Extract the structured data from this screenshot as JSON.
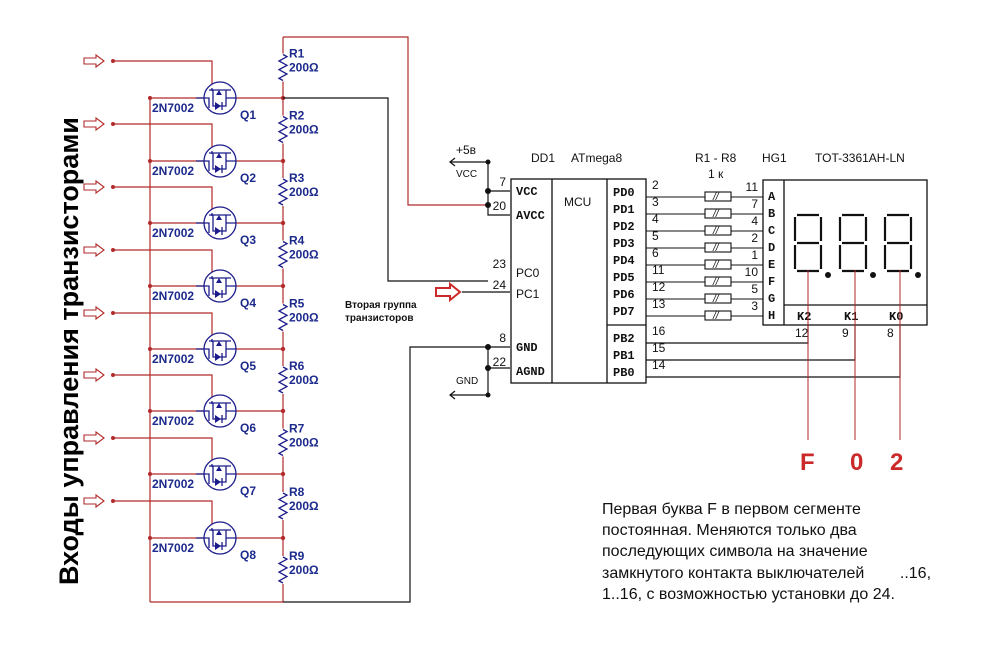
{
  "title_vertical": "Входы управления транзисторами",
  "transistors": [
    {
      "ref": "Q1",
      "model": "2N7002"
    },
    {
      "ref": "Q2",
      "model": "2N7002"
    },
    {
      "ref": "Q3",
      "model": "2N7002"
    },
    {
      "ref": "Q4",
      "model": "2N7002"
    },
    {
      "ref": "Q5",
      "model": "2N7002"
    },
    {
      "ref": "Q6",
      "model": "2N7002"
    },
    {
      "ref": "Q7",
      "model": "2N7002"
    },
    {
      "ref": "Q8",
      "model": "2N7002"
    }
  ],
  "resistors": [
    {
      "ref": "R1",
      "value": "200Ω"
    },
    {
      "ref": "R2",
      "value": "200Ω"
    },
    {
      "ref": "R3",
      "value": "200Ω"
    },
    {
      "ref": "R4",
      "value": "200Ω"
    },
    {
      "ref": "R5",
      "value": "200Ω"
    },
    {
      "ref": "R6",
      "value": "200Ω"
    },
    {
      "ref": "R7",
      "value": "200Ω"
    },
    {
      "ref": "R8",
      "value": "200Ω"
    },
    {
      "ref": "R9",
      "value": "200Ω"
    }
  ],
  "power": {
    "supply_label": "+5в",
    "vcc_label": "VCC",
    "gnd_label": "GND"
  },
  "second_group_label": [
    "Вторая группа",
    "транзисторов"
  ],
  "mcu": {
    "ref": "DD1",
    "model": "ATmega8",
    "core_label": "MCU",
    "left_pins": [
      {
        "num": "7",
        "name": "VCC"
      },
      {
        "num": "20",
        "name": "AVCC"
      },
      {
        "num": "23",
        "name": "PC0"
      },
      {
        "num": "24",
        "name": "PC1"
      },
      {
        "num": "8",
        "name": "GND"
      },
      {
        "num": "22",
        "name": "AGND"
      }
    ],
    "right_pins": [
      {
        "num": "2",
        "name": "PD0"
      },
      {
        "num": "3",
        "name": "PD1"
      },
      {
        "num": "4",
        "name": "PD2"
      },
      {
        "num": "5",
        "name": "PD3"
      },
      {
        "num": "6",
        "name": "PD4"
      },
      {
        "num": "11",
        "name": "PD5"
      },
      {
        "num": "12",
        "name": "PD6"
      },
      {
        "num": "13",
        "name": "PD7"
      },
      {
        "num": "16",
        "name": "PB2"
      },
      {
        "num": "15",
        "name": "PB1"
      },
      {
        "num": "14",
        "name": "PB0"
      }
    ]
  },
  "resistor_array": {
    "ref": "R1 - R8",
    "value": "1 к"
  },
  "display": {
    "ref": "HG1",
    "model": "TOT-3361AH-LN",
    "segment_pins": [
      {
        "num": "11",
        "name": "A"
      },
      {
        "num": "7",
        "name": "B"
      },
      {
        "num": "4",
        "name": "C"
      },
      {
        "num": "2",
        "name": "D"
      },
      {
        "num": "1",
        "name": "E"
      },
      {
        "num": "10",
        "name": "F"
      },
      {
        "num": "5",
        "name": "G"
      },
      {
        "num": "3",
        "name": "H"
      }
    ],
    "cathodes": [
      {
        "name": "K2",
        "pin": "12"
      },
      {
        "name": "K1",
        "pin": "9"
      },
      {
        "name": "K0",
        "pin": "8"
      }
    ]
  },
  "shown_characters": [
    "F",
    "0",
    "2"
  ],
  "note_lines": [
    "Первая буква F в первом сегменте",
    "постоянная. Меняются только два",
    "последующих символа на значение",
    "замкнутого контакта выключателей        ..16,",
    "1..16, с возможностью установки до 24."
  ]
}
